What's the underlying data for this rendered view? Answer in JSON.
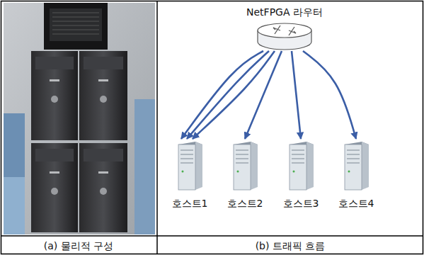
{
  "diagram": {
    "nodes": [
      {
        "text": [
          "NetFPGA 라우터"
        ]
      },
      {
        "text": [
          "호스트1"
        ]
      },
      {
        "text": [
          "호스트2"
        ]
      },
      {
        "text": [
          "호스트3"
        ]
      },
      {
        "text": [
          "호스트4"
        ]
      }
    ],
    "edges": [
      {
        "from": 0,
        "to": 1,
        "arrow": "to"
      },
      {
        "from": 0,
        "to": 1,
        "arrow": "to"
      },
      {
        "from": 0,
        "to": 1,
        "arrow": "to"
      },
      {
        "from": 0,
        "to": 2,
        "arrow": "to"
      },
      {
        "from": 0,
        "to": 3,
        "arrow": "to"
      },
      {
        "from": 0,
        "to": 4,
        "arrow": "to"
      }
    ],
    "labels": [
      "(a) 물리적 구성",
      "(b) 트래픽 흐름"
    ]
  }
}
